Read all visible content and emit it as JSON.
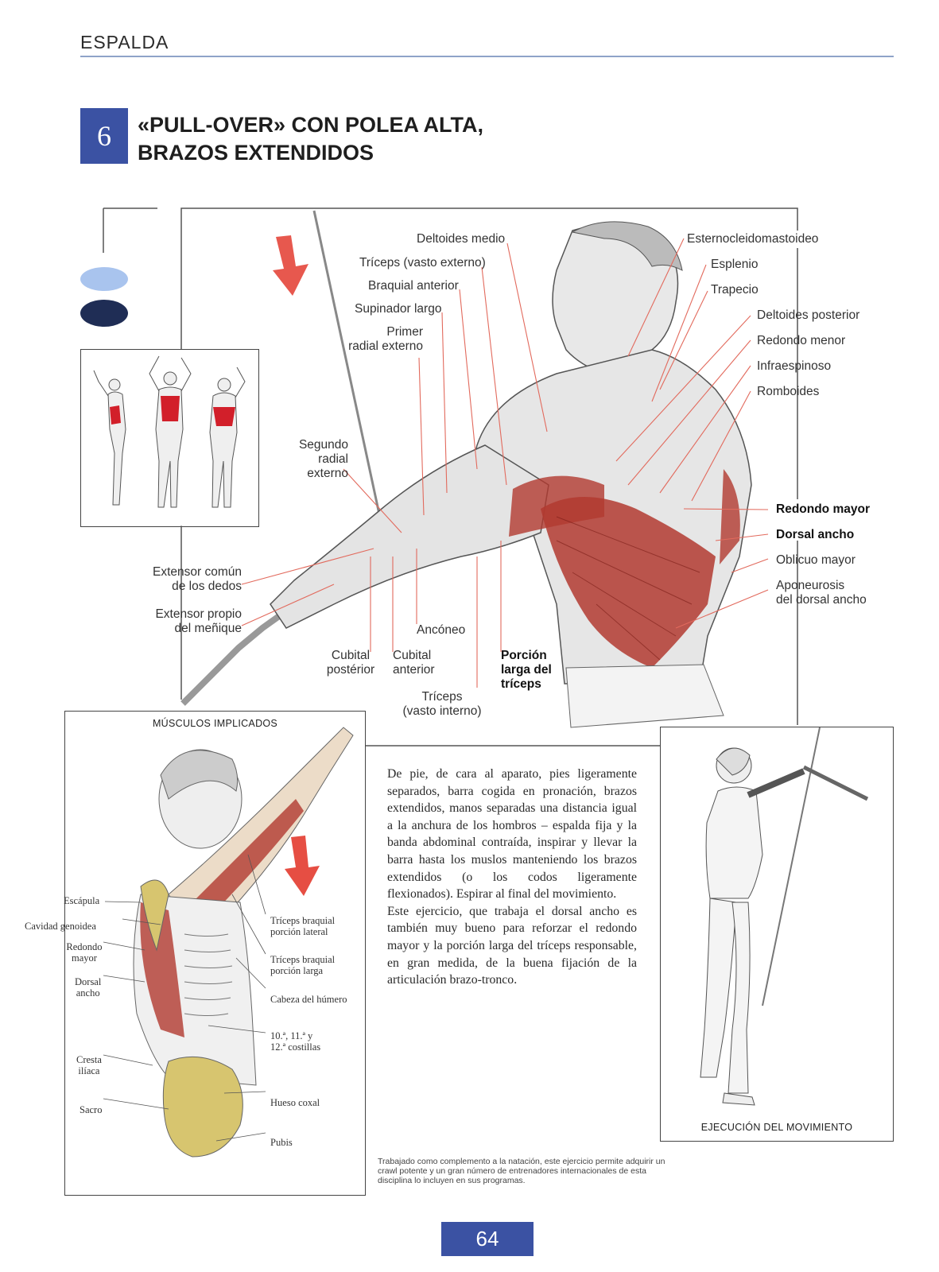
{
  "header": {
    "section": "ESPALDA"
  },
  "exercise": {
    "number": "6",
    "title_line1": "«PULL-OVER» CON POLEA ALTA,",
    "title_line2": "BRAZOS EXTENDIDOS"
  },
  "main_labels": {
    "deltoides_medio": "Deltoides medio",
    "triceps_externo": "Tríceps (vasto externo)",
    "braquial_anterior": "Braquial anterior",
    "supinador_largo": "Supinador largo",
    "primer_radial_1": "Primer",
    "primer_radial_2": "radial externo",
    "segundo_radial_1": "Segundo",
    "segundo_radial_2": "radial",
    "segundo_radial_3": "externo",
    "extensor_comun_1": "Extensor común",
    "extensor_comun_2": "de los dedos",
    "extensor_propio_1": "Extensor propio",
    "extensor_propio_2": "del meñique",
    "cubital_posterior_1": "Cubital",
    "cubital_posterior_2": "postérior",
    "cubital_anterior_1": "Cubital",
    "cubital_anterior_2": "anterior",
    "anconeo": "Ancóneo",
    "triceps_interno_1": "Tríceps",
    "triceps_interno_2": "(vasto interno)",
    "porcion_larga_1": "Porción",
    "porcion_larga_2": "larga del",
    "porcion_larga_3": "tríceps",
    "esternocleido": "Esternocleidomastoideo",
    "esplenio": "Esplenio",
    "trapecio": "Trapecio",
    "deltoides_posterior": "Deltoides posterior",
    "redondo_menor": "Redondo menor",
    "infraespinoso": "Infraespinoso",
    "romboides": "Romboides",
    "redondo_mayor": "Redondo mayor",
    "dorsal_ancho": "Dorsal ancho",
    "oblicuo_mayor": "Oblicuo mayor",
    "aponeurosis_1": "Aponeurosis",
    "aponeurosis_2": "del dorsal ancho"
  },
  "muscles_box": {
    "heading": "MÚSCULOS IMPLICADOS",
    "escapula": "Escápula",
    "cavidad": "Cavidad genoidea",
    "redondo_1": "Redondo",
    "redondo_2": "mayor",
    "dorsal_1": "Dorsal",
    "dorsal_2": "ancho",
    "cresta_1": "Cresta",
    "cresta_2": "ilíaca",
    "sacro": "Sacro",
    "triceps_lat_1": "Tríceps braquial",
    "triceps_lat_2": "porción lateral",
    "triceps_larga_1": "Tríceps braquial",
    "triceps_larga_2": "porción larga",
    "cabeza_humero": "Cabeza del húmero",
    "costillas_1": "10.ª, 11.ª y",
    "costillas_2": "12.ª costillas",
    "hueso_coxal": "Hueso coxal",
    "pubis": "Pubis"
  },
  "description": {
    "p1": "De pie, de cara al aparato, pies ligeramente separados, barra cogida en pronación, brazos extendidos, manos separadas una distancia igual a la anchura de los hombros – espalda fija y la banda abdominal contraída, inspirar y llevar la barra hasta los muslos manteniendo los brazos extendidos (o los codos ligeramente flexionados). Espirar al final del movimiento.",
    "p2": "Este ejercicio, que trabaja el dorsal ancho es también muy bueno para reforzar el redondo mayor y la porción larga del tríceps responsable, en gran medida, de la buena fijación de la articulación brazo-tronco."
  },
  "execution_box": {
    "heading": "EJECUCIÓN DEL MOVIMIENTO"
  },
  "caption": "Trabajado como complemento a la natación, este ejercicio permite adquirir un crawl potente y un gran número de entrenadores internacionales de esta disciplina lo incluyen en sus programas.",
  "page_number": "64",
  "colors": {
    "accent_blue": "#3b52a3",
    "rule_blue": "#8fa3c8",
    "muscle_red": "#b23a30",
    "light_blue": "#a9c4ee",
    "dark_navy": "#1f2d55"
  }
}
